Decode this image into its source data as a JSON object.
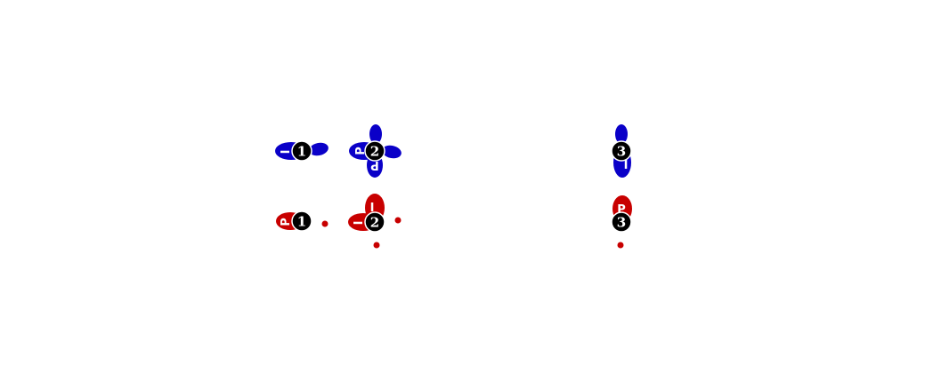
{
  "colors": {
    "blue": "#0a00c8",
    "red": "#c80000",
    "badge_fill": "#000000",
    "badge_ring": "#ffffff",
    "badge_text": "#ffffff",
    "background": "#ffffff"
  },
  "diagram": {
    "markers": [
      {
        "id": "blue-1",
        "text": "1"
      },
      {
        "id": "blue-2",
        "text": "2"
      },
      {
        "id": "blue-3",
        "text": "3"
      },
      {
        "id": "red-1",
        "text": "1"
      },
      {
        "id": "red-2",
        "text": "2"
      },
      {
        "id": "red-3",
        "text": "3"
      }
    ],
    "lobe_labels": [
      {
        "id": "blue-1-lobe-left",
        "text": "I"
      },
      {
        "id": "blue-2-lobe-left",
        "text": "P"
      },
      {
        "id": "blue-2-lobe-bottom",
        "text": "P"
      },
      {
        "id": "blue-3-lobe-bottom",
        "text": "I"
      },
      {
        "id": "red-1-lobe-left",
        "text": "P"
      },
      {
        "id": "red-2-lobe-top",
        "text": "I"
      },
      {
        "id": "red-2-lobe-left",
        "text": "I"
      },
      {
        "id": "red-3-lobe-top",
        "text": "P"
      }
    ]
  }
}
